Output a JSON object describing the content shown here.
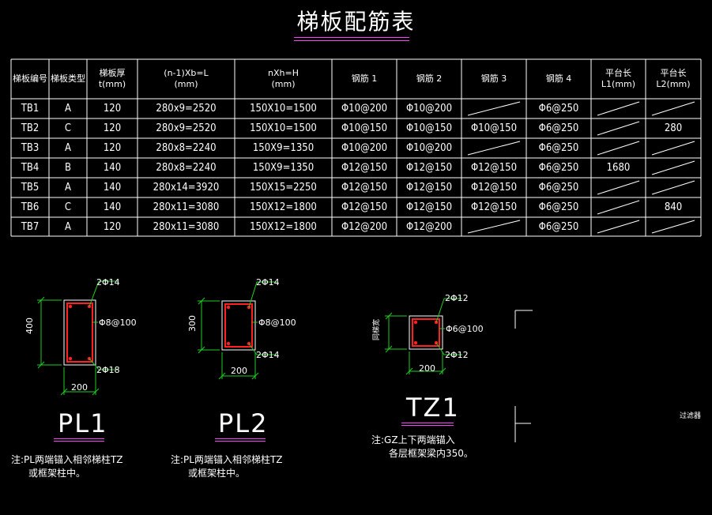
{
  "title": "梯板配筋表",
  "table": {
    "headers": [
      [
        "梯板编号"
      ],
      [
        "梯板类型"
      ],
      [
        "梯板厚",
        "t(mm)"
      ],
      [
        "(n-1)Xb=L",
        "(mm)"
      ],
      [
        "nXh=H",
        "(mm)"
      ],
      [
        "钢筋 1"
      ],
      [
        "钢筋 2"
      ],
      [
        "钢筋 3"
      ],
      [
        "钢筋 4"
      ],
      [
        "平台长",
        "L1(mm)"
      ],
      [
        "平台长",
        "L2(mm)"
      ]
    ],
    "rows": [
      [
        "TB1",
        "A",
        "120",
        "280x9=2520",
        "150X10=1500",
        "Φ10@200",
        "Φ10@200",
        "",
        "Φ6@250",
        "",
        ""
      ],
      [
        "TB2",
        "C",
        "120",
        "280x9=2520",
        "150X10=1500",
        "Φ10@150",
        "Φ10@150",
        "Φ10@150",
        "Φ6@250",
        "",
        "280"
      ],
      [
        "TB3",
        "A",
        "120",
        "280x8=2240",
        "150X9=1350",
        "Φ10@200",
        "Φ10@200",
        "",
        "Φ6@250",
        "",
        ""
      ],
      [
        "TB4",
        "B",
        "140",
        "280x8=2240",
        "150X9=1350",
        "Φ12@150",
        "Φ12@150",
        "Φ12@150",
        "Φ6@250",
        "1680",
        ""
      ],
      [
        "TB5",
        "A",
        "140",
        "280x14=3920",
        "150X15=2250",
        "Φ12@150",
        "Φ12@150",
        "Φ12@150",
        "Φ6@250",
        "",
        ""
      ],
      [
        "TB6",
        "C",
        "140",
        "280x11=3080",
        "150X12=1800",
        "Φ12@150",
        "Φ12@150",
        "Φ12@150",
        "Φ6@250",
        "",
        "840"
      ],
      [
        "TB7",
        "A",
        "120",
        "280x11=3080",
        "150X12=1800",
        "Φ12@200",
        "Φ12@200",
        "",
        "Φ6@250",
        "",
        ""
      ]
    ]
  },
  "sections": {
    "pl1": {
      "name": "PL1",
      "top_bar": "2Φ14",
      "stirrup": "Φ8@100",
      "bottom_bar": "2Φ18",
      "height": "400",
      "width": "200",
      "note_line1": "注:PL两端锚入相邻梯柱TZ",
      "note_line2": "或框架柱中。"
    },
    "pl2": {
      "name": "PL2",
      "top_bar": "2Φ14",
      "stirrup": "Φ8@100",
      "bottom_bar": "2Φ14",
      "height": "300",
      "width": "200",
      "note_line1": "注:PL两端锚入相邻梯柱TZ",
      "note_line2": "或框架柱中。"
    },
    "tz1": {
      "name": "TZ1",
      "top_bar": "2Φ12",
      "stirrup": "Φ6@100",
      "bottom_bar": "2Φ12",
      "height": "同梯宽",
      "width": "200",
      "note_line1": "注:GZ上下两端锚入",
      "note_line2": "各层框架梁内350。"
    }
  },
  "right_label": "过滤器",
  "colors": {
    "background": "#000000",
    "line": "#ffffff",
    "accent": "#ff44ff",
    "rebar": "#ff2020",
    "dimension": "#22cc22"
  }
}
